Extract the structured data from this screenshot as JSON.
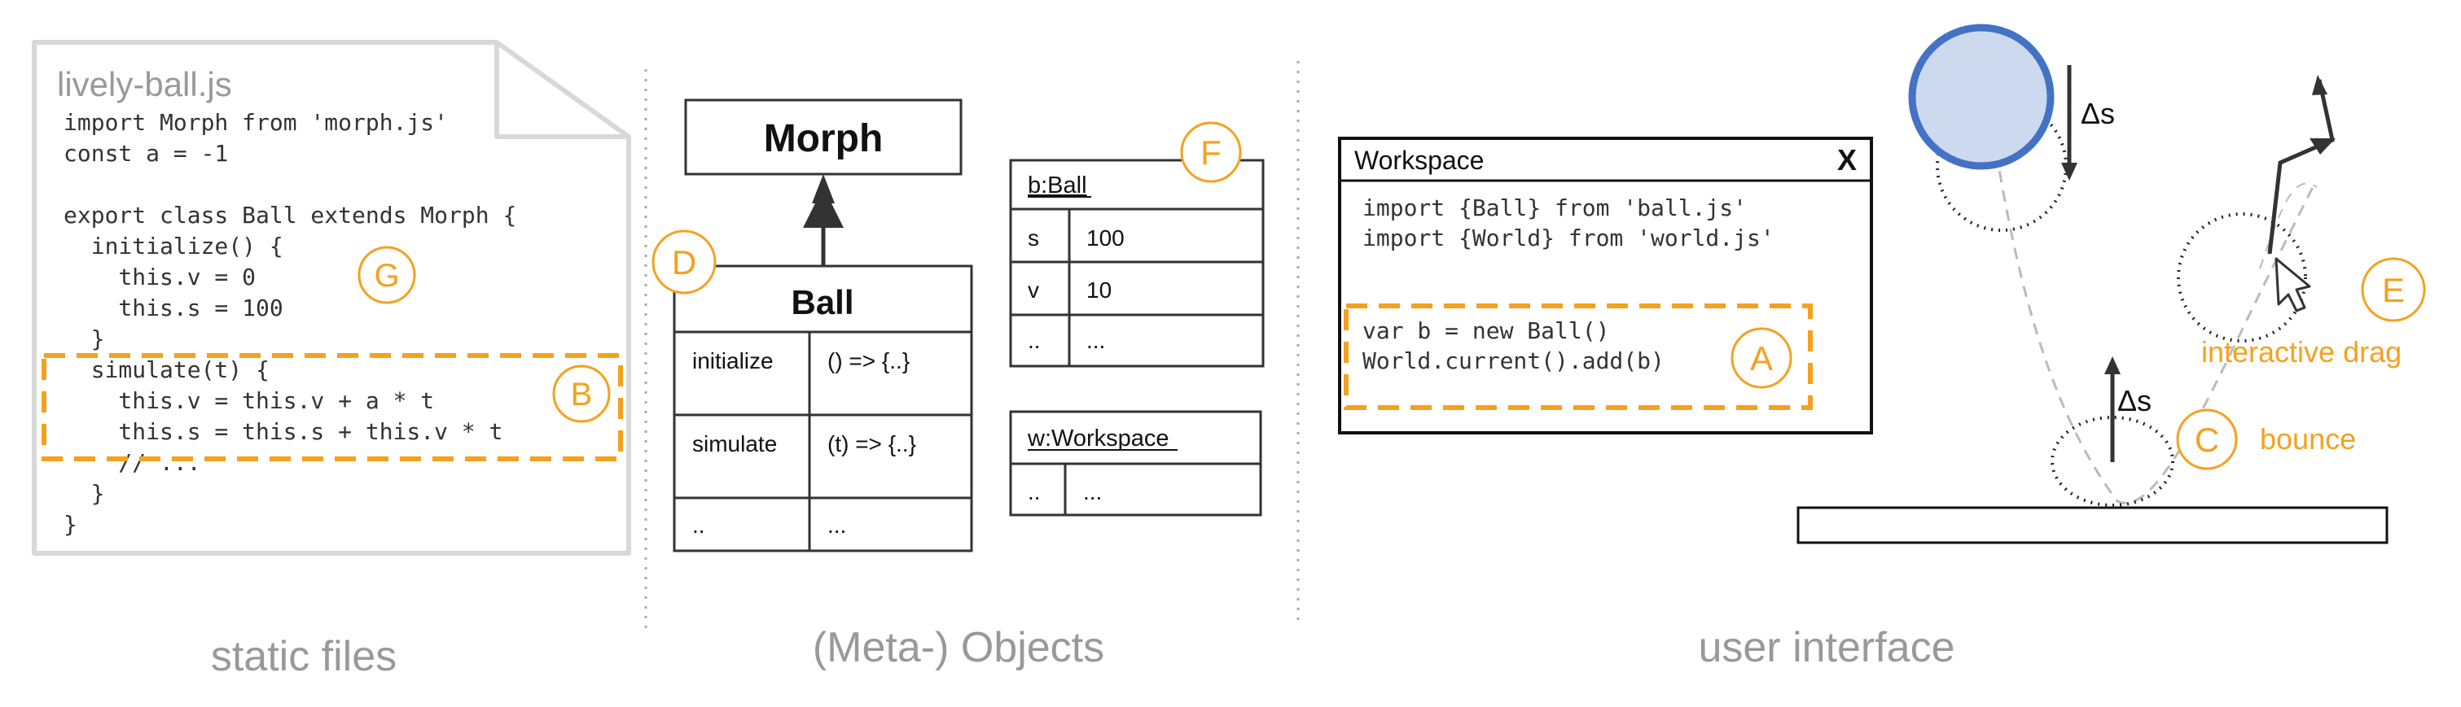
{
  "colors": {
    "accent": "#F5A11D",
    "gray_text": "#999999",
    "ball_fill": "#CDD9EE",
    "ball_stroke": "#4472C4",
    "outline": "#333333",
    "guide": "#BBBBBB"
  },
  "section_labels": {
    "static": "static files",
    "meta": "(Meta-) Objects",
    "ui": "user interface"
  },
  "markers": {
    "a": "A",
    "b": "B",
    "c": "C",
    "d": "D",
    "e": "E",
    "f": "F",
    "g": "G"
  },
  "file": {
    "name": "lively-ball.js",
    "lines": [
      "import Morph from 'morph.js'",
      "const a = -1",
      "",
      "export class Ball extends Morph {",
      "  initialize() {",
      "    this.v = 0",
      "    this.s = 100",
      "  }",
      "  simulate(t) {",
      "    this.v = this.v + a * t",
      "    this.s = this.s + this.v * t",
      "    // ...",
      "  }",
      "}"
    ]
  },
  "uml": {
    "morph_title": "Morph",
    "ball_title": "Ball",
    "ball_rows": [
      [
        "initialize",
        "() => {..}"
      ],
      [
        "simulate",
        "(t) => {..}"
      ],
      [
        "..",
        "..."
      ]
    ],
    "ball_instance": {
      "title": "b:Ball",
      "rows": [
        [
          "s",
          "100"
        ],
        [
          "v",
          "10"
        ],
        [
          "..",
          "..."
        ]
      ]
    },
    "workspace_instance": {
      "title": "w:Workspace",
      "rows": [
        [
          "..",
          "..."
        ]
      ]
    }
  },
  "workspace": {
    "title": "Workspace",
    "close": "X",
    "imports": [
      "import {Ball} from 'ball.js'",
      "import {World} from 'world.js'"
    ],
    "code": [
      "var b = new Ball()",
      "World.current().add(b)"
    ]
  },
  "scene": {
    "delta_top": "Δs",
    "delta_bottom": "Δs",
    "bounce_label": "bounce",
    "drag_label": "interactive drag"
  }
}
